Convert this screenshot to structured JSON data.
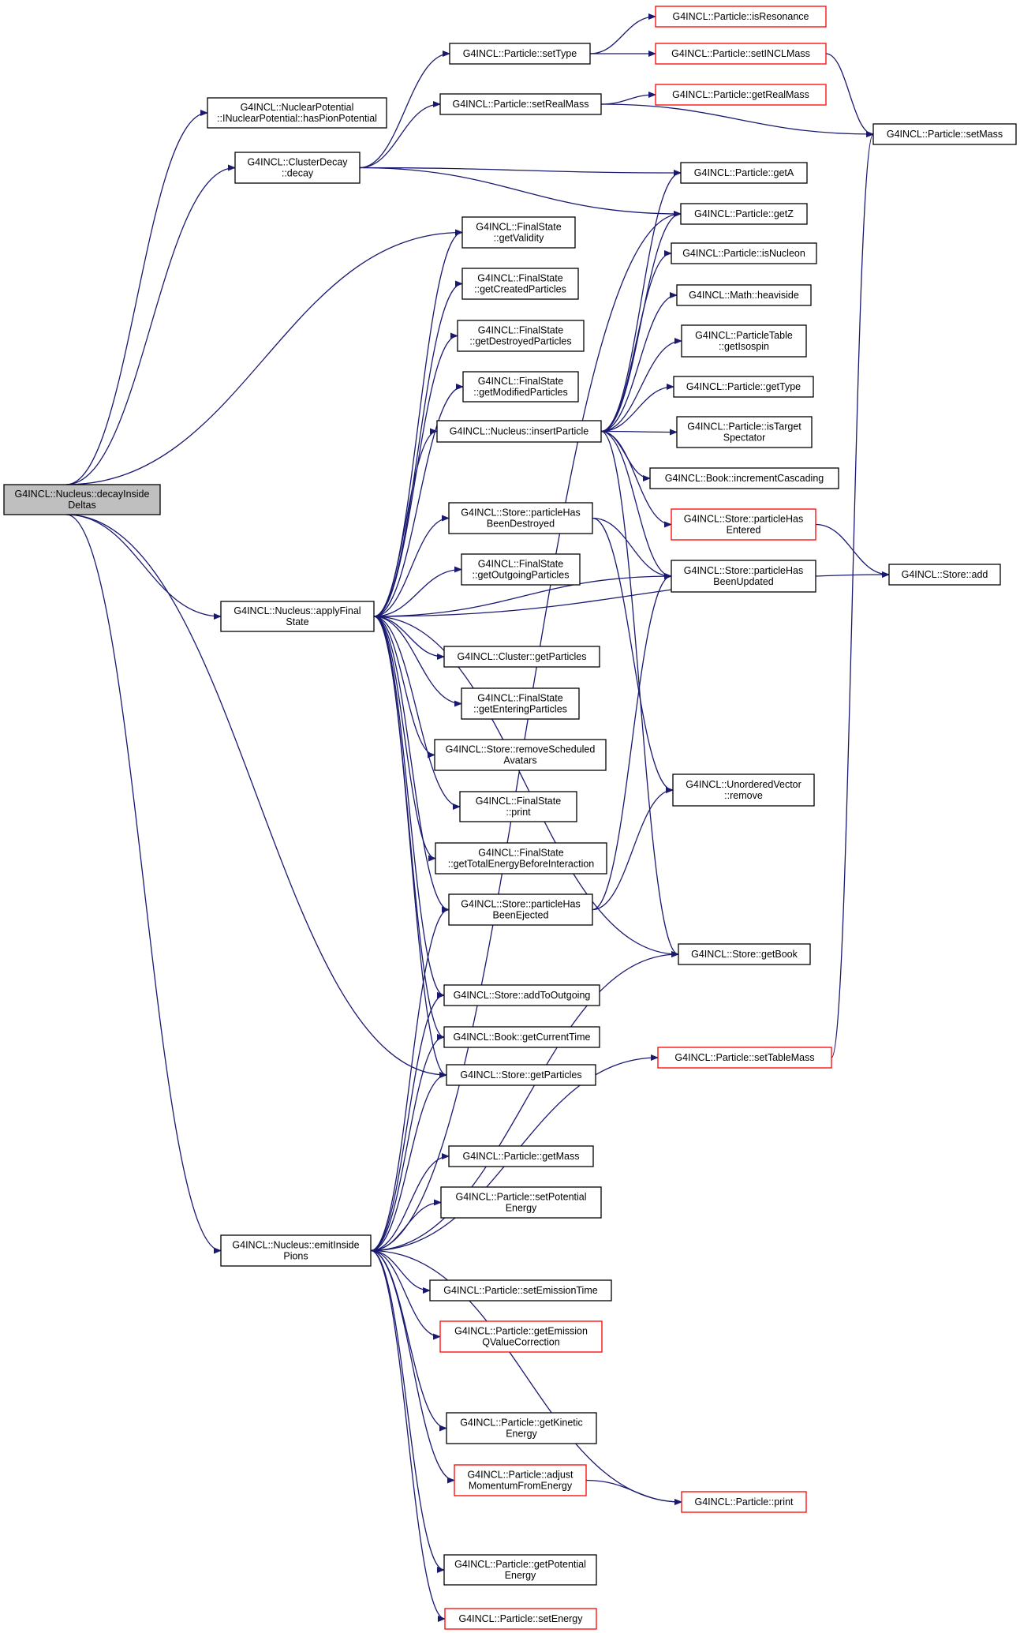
{
  "graph": {
    "title": "",
    "nodes": [
      {
        "id": "root",
        "lines": [
          "G4INCL::Nucleus::decayInside",
          "Deltas"
        ],
        "style": "gray",
        "link": false
      },
      {
        "id": "hasPion",
        "lines": [
          "G4INCL::NuclearPotential",
          "::INuclearPotential::hasPionPotential"
        ],
        "style": "normal",
        "link": true
      },
      {
        "id": "clusterDecay",
        "lines": [
          "G4INCL::ClusterDecay",
          "::decay"
        ],
        "style": "normal",
        "link": true
      },
      {
        "id": "applyFinal",
        "lines": [
          "G4INCL::Nucleus::applyFinal",
          "State"
        ],
        "style": "normal",
        "link": true
      },
      {
        "id": "emitInside",
        "lines": [
          "G4INCL::Nucleus::emitInside",
          "Pions"
        ],
        "style": "normal",
        "link": true
      },
      {
        "id": "setType",
        "lines": [
          "G4INCL::Particle::setType"
        ],
        "style": "normal",
        "link": true
      },
      {
        "id": "setRealMass",
        "lines": [
          "G4INCL::Particle::setRealMass"
        ],
        "style": "normal",
        "link": true
      },
      {
        "id": "getValidity",
        "lines": [
          "G4INCL::FinalState",
          "::getValidity"
        ],
        "style": "normal",
        "link": true
      },
      {
        "id": "getCreated",
        "lines": [
          "G4INCL::FinalState",
          "::getCreatedParticles"
        ],
        "style": "normal",
        "link": true
      },
      {
        "id": "getDestroyed",
        "lines": [
          "G4INCL::FinalState",
          "::getDestroyedParticles"
        ],
        "style": "normal",
        "link": true
      },
      {
        "id": "getModified",
        "lines": [
          "G4INCL::FinalState",
          "::getModifiedParticles"
        ],
        "style": "normal",
        "link": true
      },
      {
        "id": "insertParticle",
        "lines": [
          "G4INCL::Nucleus::insertParticle"
        ],
        "style": "normal",
        "link": true
      },
      {
        "id": "hasBeenDestroyed",
        "lines": [
          "G4INCL::Store::particleHas",
          "BeenDestroyed"
        ],
        "style": "normal",
        "link": true
      },
      {
        "id": "getOutgoing",
        "lines": [
          "G4INCL::FinalState",
          "::getOutgoingParticles"
        ],
        "style": "normal",
        "link": true
      },
      {
        "id": "clusterGetParticles",
        "lines": [
          "G4INCL::Cluster::getParticles"
        ],
        "style": "normal",
        "link": true
      },
      {
        "id": "getEntering",
        "lines": [
          "G4INCL::FinalState",
          "::getEnteringParticles"
        ],
        "style": "normal",
        "link": true
      },
      {
        "id": "removeScheduled",
        "lines": [
          "G4INCL::Store::removeScheduled",
          "Avatars"
        ],
        "style": "normal",
        "link": true
      },
      {
        "id": "fsPrint",
        "lines": [
          "G4INCL::FinalState",
          "::print"
        ],
        "style": "normal",
        "link": true
      },
      {
        "id": "getTotalEnergy",
        "lines": [
          "G4INCL::FinalState",
          "::getTotalEnergyBeforeInteraction"
        ],
        "style": "normal",
        "link": true
      },
      {
        "id": "hasBeenEjected",
        "lines": [
          "G4INCL::Store::particleHas",
          "BeenEjected"
        ],
        "style": "normal",
        "link": true
      },
      {
        "id": "addToOutgoing",
        "lines": [
          "G4INCL::Store::addToOutgoing"
        ],
        "style": "normal",
        "link": true
      },
      {
        "id": "getCurrentTime",
        "lines": [
          "G4INCL::Book::getCurrentTime"
        ],
        "style": "normal",
        "link": true
      },
      {
        "id": "storeGetParticles",
        "lines": [
          "G4INCL::Store::getParticles"
        ],
        "style": "normal",
        "link": true
      },
      {
        "id": "getMass",
        "lines": [
          "G4INCL::Particle::getMass"
        ],
        "style": "normal",
        "link": true
      },
      {
        "id": "setPotential",
        "lines": [
          "G4INCL::Particle::setPotential",
          "Energy"
        ],
        "style": "normal",
        "link": true
      },
      {
        "id": "setEmissionTime",
        "lines": [
          "G4INCL::Particle::setEmissionTime"
        ],
        "style": "normal",
        "link": true
      },
      {
        "id": "getEmissionQ",
        "lines": [
          "G4INCL::Particle::getEmission",
          "QValueCorrection"
        ],
        "style": "red",
        "link": true
      },
      {
        "id": "getKinetic",
        "lines": [
          "G4INCL::Particle::getKinetic",
          "Energy"
        ],
        "style": "normal",
        "link": true
      },
      {
        "id": "adjustMomentum",
        "lines": [
          "G4INCL::Particle::adjust",
          "MomentumFromEnergy"
        ],
        "style": "red",
        "link": true
      },
      {
        "id": "getPotential",
        "lines": [
          "G4INCL::Particle::getPotential",
          "Energy"
        ],
        "style": "normal",
        "link": true
      },
      {
        "id": "setEnergy",
        "lines": [
          "G4INCL::Particle::setEnergy"
        ],
        "style": "red",
        "link": true
      },
      {
        "id": "isResonance",
        "lines": [
          "G4INCL::Particle::isResonance"
        ],
        "style": "red",
        "link": true
      },
      {
        "id": "setINCLMass",
        "lines": [
          "G4INCL::Particle::setINCLMass"
        ],
        "style": "red",
        "link": true
      },
      {
        "id": "getRealMass",
        "lines": [
          "G4INCL::Particle::getRealMass"
        ],
        "style": "red",
        "link": true
      },
      {
        "id": "getA",
        "lines": [
          "G4INCL::Particle::getA"
        ],
        "style": "normal",
        "link": true
      },
      {
        "id": "getZ",
        "lines": [
          "G4INCL::Particle::getZ"
        ],
        "style": "normal",
        "link": true
      },
      {
        "id": "isNucleon",
        "lines": [
          "G4INCL::Particle::isNucleon"
        ],
        "style": "normal",
        "link": true
      },
      {
        "id": "heaviside",
        "lines": [
          "G4INCL::Math::heaviside"
        ],
        "style": "normal",
        "link": true
      },
      {
        "id": "getIsospin",
        "lines": [
          "G4INCL::ParticleTable",
          "::getIsospin"
        ],
        "style": "normal",
        "link": true
      },
      {
        "id": "getType",
        "lines": [
          "G4INCL::Particle::getType"
        ],
        "style": "normal",
        "link": true
      },
      {
        "id": "isTargetSpectator",
        "lines": [
          "G4INCL::Particle::isTarget",
          "Spectator"
        ],
        "style": "normal",
        "link": true
      },
      {
        "id": "incrementCascading",
        "lines": [
          "G4INCL::Book::incrementCascading"
        ],
        "style": "normal",
        "link": true
      },
      {
        "id": "hasEntered",
        "lines": [
          "G4INCL::Store::particleHas",
          "Entered"
        ],
        "style": "red",
        "link": true
      },
      {
        "id": "hasBeenUpdated",
        "lines": [
          "G4INCL::Store::particleHas",
          "BeenUpdated"
        ],
        "style": "normal",
        "link": true
      },
      {
        "id": "uvRemove",
        "lines": [
          "G4INCL::UnorderedVector",
          "::remove"
        ],
        "style": "normal",
        "link": true
      },
      {
        "id": "getBook",
        "lines": [
          "G4INCL::Store::getBook"
        ],
        "style": "normal",
        "link": true
      },
      {
        "id": "setTableMass",
        "lines": [
          "G4INCL::Particle::setTableMass"
        ],
        "style": "red",
        "link": true
      },
      {
        "id": "particlePrint",
        "lines": [
          "G4INCL::Particle::print"
        ],
        "style": "red",
        "link": true
      },
      {
        "id": "setMass",
        "lines": [
          "G4INCL::Particle::setMass"
        ],
        "style": "normal",
        "link": true
      },
      {
        "id": "storeAdd",
        "lines": [
          "G4INCL::Store::add"
        ],
        "style": "normal",
        "link": true
      }
    ],
    "edges": [
      [
        "root",
        "hasPion"
      ],
      [
        "root",
        "clusterDecay"
      ],
      [
        "root",
        "getValidity"
      ],
      [
        "root",
        "applyFinal"
      ],
      [
        "root",
        "storeGetParticles"
      ],
      [
        "root",
        "emitInside"
      ],
      [
        "clusterDecay",
        "setType"
      ],
      [
        "clusterDecay",
        "setRealMass"
      ],
      [
        "clusterDecay",
        "getA"
      ],
      [
        "clusterDecay",
        "getZ"
      ],
      [
        "setType",
        "isResonance"
      ],
      [
        "setType",
        "setINCLMass"
      ],
      [
        "setINCLMass",
        "setMass"
      ],
      [
        "setRealMass",
        "getRealMass"
      ],
      [
        "setRealMass",
        "setMass"
      ],
      [
        "applyFinal",
        "getValidity"
      ],
      [
        "applyFinal",
        "getCreated"
      ],
      [
        "applyFinal",
        "getDestroyed"
      ],
      [
        "applyFinal",
        "getModified"
      ],
      [
        "applyFinal",
        "insertParticle"
      ],
      [
        "applyFinal",
        "hasBeenDestroyed"
      ],
      [
        "applyFinal",
        "getOutgoing"
      ],
      [
        "applyFinal",
        "storeAdd"
      ],
      [
        "applyFinal",
        "clusterGetParticles"
      ],
      [
        "applyFinal",
        "getEntering"
      ],
      [
        "applyFinal",
        "removeScheduled"
      ],
      [
        "applyFinal",
        "fsPrint"
      ],
      [
        "applyFinal",
        "getTotalEnergy"
      ],
      [
        "applyFinal",
        "hasBeenEjected"
      ],
      [
        "applyFinal",
        "getBook"
      ],
      [
        "applyFinal",
        "addToOutgoing"
      ],
      [
        "applyFinal",
        "getCurrentTime"
      ],
      [
        "applyFinal",
        "storeGetParticles"
      ],
      [
        "applyFinal",
        "hasBeenUpdated"
      ],
      [
        "insertParticle",
        "getA"
      ],
      [
        "insertParticle",
        "getZ"
      ],
      [
        "insertParticle",
        "isNucleon"
      ],
      [
        "insertParticle",
        "heaviside"
      ],
      [
        "insertParticle",
        "getIsospin"
      ],
      [
        "insertParticle",
        "getType"
      ],
      [
        "insertParticle",
        "isTargetSpectator"
      ],
      [
        "insertParticle",
        "incrementCascading"
      ],
      [
        "insertParticle",
        "hasEntered"
      ],
      [
        "insertParticle",
        "hasBeenUpdated"
      ],
      [
        "insertParticle",
        "getBook"
      ],
      [
        "hasEntered",
        "storeAdd"
      ],
      [
        "hasBeenDestroyed",
        "hasBeenUpdated"
      ],
      [
        "hasBeenDestroyed",
        "uvRemove"
      ],
      [
        "hasBeenEjected",
        "uvRemove"
      ],
      [
        "hasBeenEjected",
        "hasBeenUpdated"
      ],
      [
        "setTableMass",
        "setMass"
      ],
      [
        "adjustMomentum",
        "particlePrint"
      ],
      [
        "emitInside",
        "hasBeenEjected"
      ],
      [
        "emitInside",
        "addToOutgoing"
      ],
      [
        "emitInside",
        "getCurrentTime"
      ],
      [
        "emitInside",
        "storeGetParticles"
      ],
      [
        "emitInside",
        "getBook"
      ],
      [
        "emitInside",
        "setTableMass"
      ],
      [
        "emitInside",
        "getMass"
      ],
      [
        "emitInside",
        "setPotential"
      ],
      [
        "emitInside",
        "getZ"
      ],
      [
        "emitInside",
        "setEmissionTime"
      ],
      [
        "emitInside",
        "getEmissionQ"
      ],
      [
        "emitInside",
        "getKinetic"
      ],
      [
        "emitInside",
        "adjustMomentum"
      ],
      [
        "emitInside",
        "particlePrint"
      ],
      [
        "emitInside",
        "getPotential"
      ],
      [
        "emitInside",
        "setEnergy"
      ]
    ]
  }
}
